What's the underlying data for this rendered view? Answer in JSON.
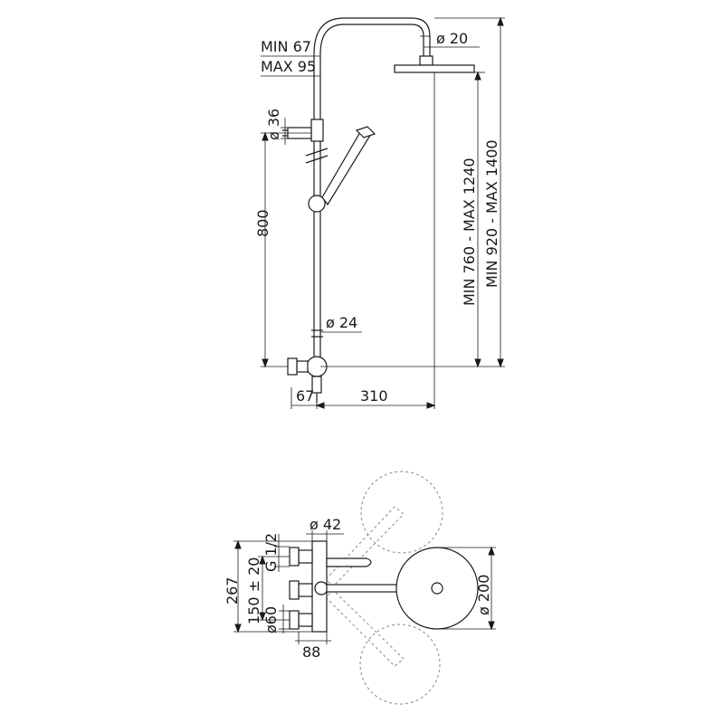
{
  "side_view": {
    "min_label": "MIN 67",
    "max_label": "MAX 95",
    "arm_diameter": "ø 20",
    "valve_diameter": "ø 36",
    "height_800": "800",
    "pipe_diameter": "ø 24",
    "offset_67": "67",
    "reach_310": "310",
    "head_height_range": "MIN 760 - MAX 1240",
    "total_height_range": "MIN 920 - MAX 1400"
  },
  "top_view": {
    "body_diameter": "ø 42",
    "thread_size": "G 1/2",
    "center_distance": "150 ± 20",
    "total_width": "267",
    "rosette_diameter": "ø60",
    "depth_88": "88",
    "head_diameter": "ø 200"
  }
}
